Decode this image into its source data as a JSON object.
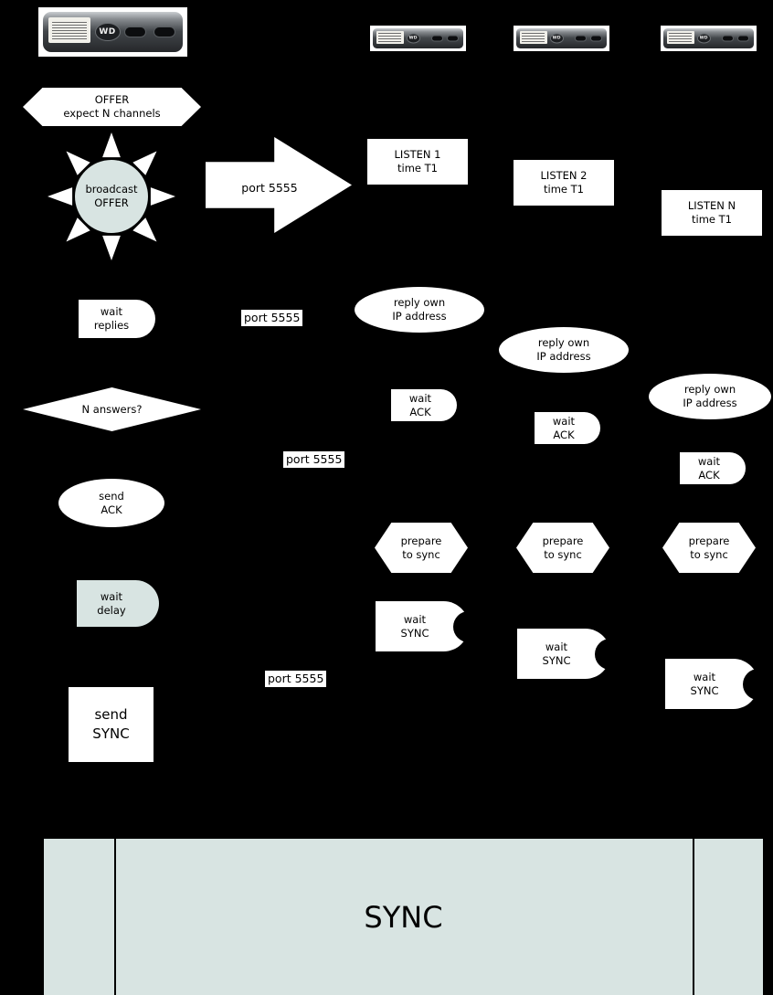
{
  "colors": {
    "background": "#000000",
    "shape_fill": "#ffffff",
    "accent_fill": "#d8e4e2",
    "text": "#000000"
  },
  "devices": {
    "logo": "WD"
  },
  "server": {
    "offer_line1": "OFFER",
    "offer_line2": "expect N channels",
    "broadcast_line1": "broadcast",
    "broadcast_line2": "OFFER",
    "wait_replies_line1": "wait",
    "wait_replies_line2": "replies",
    "decision": "N answers?",
    "send_ack_line1": "send",
    "send_ack_line2": "ACK",
    "wait_delay_line1": "wait",
    "wait_delay_line2": "delay",
    "send_sync_line1": "send",
    "send_sync_line2": "SYNC"
  },
  "ports": {
    "offer": "port 5555",
    "reply": "port 5555",
    "ack": "port 5555",
    "sync": "port 5555"
  },
  "clients": [
    {
      "listen_line1": "LISTEN 1",
      "listen_line2": "time T1",
      "reply_line1": "reply own",
      "reply_line2": "IP address",
      "wait_ack_line1": "wait",
      "wait_ack_line2": "ACK",
      "prepare_line1": "prepare",
      "prepare_line2": "to sync",
      "wait_sync_line1": "wait",
      "wait_sync_line2": "SYNC"
    },
    {
      "listen_line1": "LISTEN 2",
      "listen_line2": "time T1",
      "reply_line1": "reply own",
      "reply_line2": "IP address",
      "wait_ack_line1": "wait",
      "wait_ack_line2": "ACK",
      "prepare_line1": "prepare",
      "prepare_line2": "to sync",
      "wait_sync_line1": "wait",
      "wait_sync_line2": "SYNC"
    },
    {
      "listen_line1": "LISTEN N",
      "listen_line2": "time T1",
      "reply_line1": "reply own",
      "reply_line2": "IP address",
      "wait_ack_line1": "wait",
      "wait_ack_line2": "ACK",
      "prepare_line1": "prepare",
      "prepare_line2": "to sync",
      "wait_sync_line1": "wait",
      "wait_sync_line2": "SYNC"
    }
  ],
  "footer": {
    "sync_label": "SYNC"
  }
}
